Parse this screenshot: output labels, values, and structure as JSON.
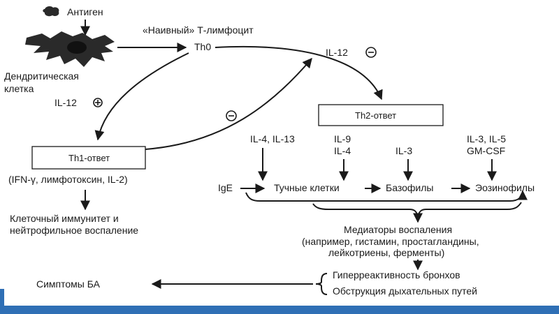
{
  "diagram": {
    "antigen": "Антиген",
    "naive_tcell": "«Наивный» Т-лимфоцит",
    "th0": "Th0",
    "dendritic_line1": "Дендритическая",
    "dendritic_line2": "клетка",
    "il12_plus": "IL-12",
    "il12_minus": "IL-12",
    "th1_box": "Th1-ответ",
    "th2_box": "Th2-ответ",
    "th1_products": "(IFN-γ, лимфотоксин, IL-2)",
    "cellular_line1": "Клеточный иммунитет и",
    "cellular_line2": "нейтрофильное воспаление",
    "il4_il13": "IL-4, IL-13",
    "il9": "IL-9",
    "il4": "IL-4",
    "il3": "IL-3",
    "il3_il5": "IL-3, IL-5",
    "gmcsf": "GM-CSF",
    "ige": "IgE",
    "mast_cells": "Тучные клетки",
    "basophils": "Базофилы",
    "eosinophils": "Эозинофилы",
    "mediators_line1": "Медиаторы воспаления",
    "mediators_line2": "(например, гистамин, простагландины,",
    "mediators_line3": "лейкотриены, ферменты)",
    "hyperreactivity": "Гиперреактивность бронхов",
    "obstruction": "Обструкция дыхательных путей",
    "symptoms": "Симптомы БА"
  },
  "colors": {
    "bottom_bar": "#2f6fb5",
    "ink": "#1a1a1a"
  }
}
